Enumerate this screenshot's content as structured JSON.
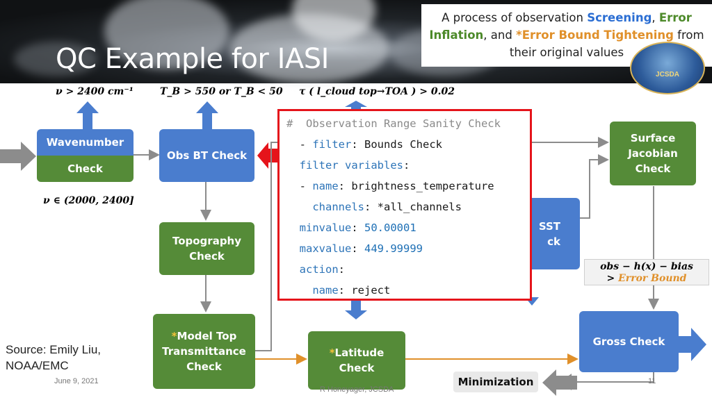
{
  "slide": {
    "title": "QC Example for IASI",
    "callout": {
      "part1": "A process of observation ",
      "screening": "Screening",
      "comma": ", ",
      "error": "Error",
      "inflation": "Inflation",
      "and": ", and ",
      "star_bound": "*Error Bound Tightening",
      "from": " from",
      "line3": "their original values"
    },
    "source": {
      "line1": "Source: Emily Liu,",
      "line2": "NOAA/EMC"
    },
    "date": "June 9, 2021",
    "author": "R Honeyager, JCSDA",
    "page_number": "11"
  },
  "conditions": {
    "wavenumber_cond": "ν > 2400 cm⁻¹",
    "bt_cond": "T_B > 550 or T_B < 50",
    "tau_cond": "τ ( l_cloud top→TOA ) > 0.02",
    "range_cond": "ν ∈ (2000, 2400]"
  },
  "boxes": {
    "wavenumber": "Wavenumber",
    "check": "Check",
    "obs_bt": "Obs BT Check",
    "topography_1": "Topography",
    "topography_2": "Check",
    "model_top_star": "*",
    "model_top_1": "Model Top",
    "model_top_2": "Transmittance",
    "model_top_3": "Check",
    "latitude_star": "*",
    "latitude_1": "Latitude",
    "latitude_2": "Check",
    "surface_1": "Surface",
    "surface_2": "Jacobian",
    "surface_3": "Check",
    "sst_1": "SST",
    "sst_2": "ck",
    "gross": "Gross Check",
    "minimization": "Minimization"
  },
  "error_bound": {
    "line1": "obs − h(x) − bias",
    "gt": "> ",
    "line2": "Error Bound"
  },
  "code": {
    "comment": "#  Observation Range Sanity Check",
    "l2_dash": "- ",
    "l2_key": "filter",
    "l2_sep": ": ",
    "l2_val": "Bounds Check",
    "l3_key": "filter variables",
    "l3_sep": ":",
    "l4_dash": "- ",
    "l4_key": "name",
    "l4_sep": ": ",
    "l4_val": "brightness_temperature",
    "l5_key": "channels",
    "l5_sep": ": ",
    "l5_val": "*all_channels",
    "l6_key": "minvalue",
    "l6_sep": ": ",
    "l6_val": "50.00001",
    "l7_key": "maxvalue",
    "l7_sep": ": ",
    "l7_val": "449.99999",
    "l8_key": "action",
    "l8_sep": ":",
    "l9_key": "name",
    "l9_sep": ": ",
    "l9_val": "reject"
  },
  "colors": {
    "blue_box": "#4a7dce",
    "green_box": "#558b38",
    "highlight_red": "#e5141b",
    "orange_arrow": "#e0902a"
  },
  "icons": {
    "seal": "jcsda-logo",
    "up_arrows": "up-arrow-icon",
    "right_arrows": "right-arrow-icon"
  }
}
